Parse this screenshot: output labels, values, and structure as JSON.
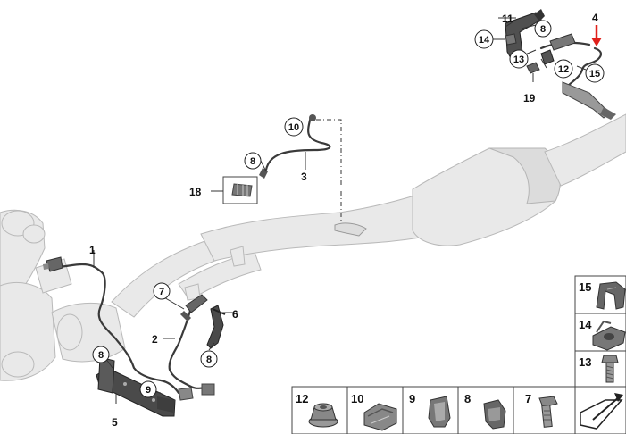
{
  "diagram": {
    "callouts": {
      "c1": "1",
      "c2": "2",
      "c3": "3",
      "c4": "4",
      "c5": "5",
      "c6": "6",
      "c7": "7",
      "c8a": "8",
      "c8b": "8",
      "c8c": "8",
      "c8d": "8",
      "c9": "9",
      "c10": "10",
      "c11": "11",
      "c12": "12",
      "c13": "13",
      "c14": "14",
      "c15": "15",
      "c18": "18",
      "c19": "19"
    },
    "legend": {
      "p15": "15",
      "p14": "14",
      "p13": "13",
      "p12": "12",
      "p10": "10",
      "p9": "9",
      "p8": "8",
      "p7": "7"
    },
    "colors": {
      "pipe_fill": "#e9e9e9",
      "pipe_stroke": "#b9b9b9",
      "wire": "#3a3a3a",
      "arrow": "#e0201b"
    }
  }
}
